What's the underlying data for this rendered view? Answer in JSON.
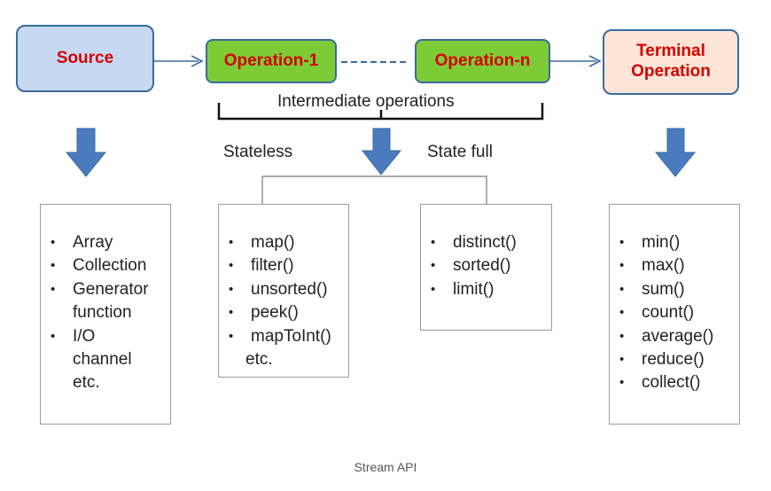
{
  "nodes": {
    "source": "Source",
    "operation_1": "Operation-1",
    "operation_n": "Operation-n",
    "terminal": [
      "Terminal",
      "Operation"
    ]
  },
  "labels": {
    "intermediate": "Intermediate operations",
    "stateless": "Stateless",
    "state_full": "State full"
  },
  "lists": {
    "source": {
      "items": [
        "Array",
        "Collection",
        "Generator function",
        "I/O channel etc."
      ]
    },
    "stateless": {
      "items": [
        "map()",
        "filter()",
        "unsorted()",
        "peek()",
        "mapToInt()"
      ],
      "trailing": "etc."
    },
    "state_full": {
      "items": [
        "distinct()",
        "sorted()",
        "limit()"
      ]
    },
    "terminal": {
      "items": [
        "min()",
        "max()",
        "sum()",
        "count()",
        "average()",
        "reduce()",
        "collect()"
      ]
    }
  },
  "caption": "Stream API",
  "colors": {
    "source_fill": "#c6d9f1",
    "operation_fill": "#7ecb38",
    "terminal_fill": "#fce5d6",
    "node_border": "#3a6b9e",
    "node_text": "#d40000",
    "arrow": "#4a7bbf"
  }
}
